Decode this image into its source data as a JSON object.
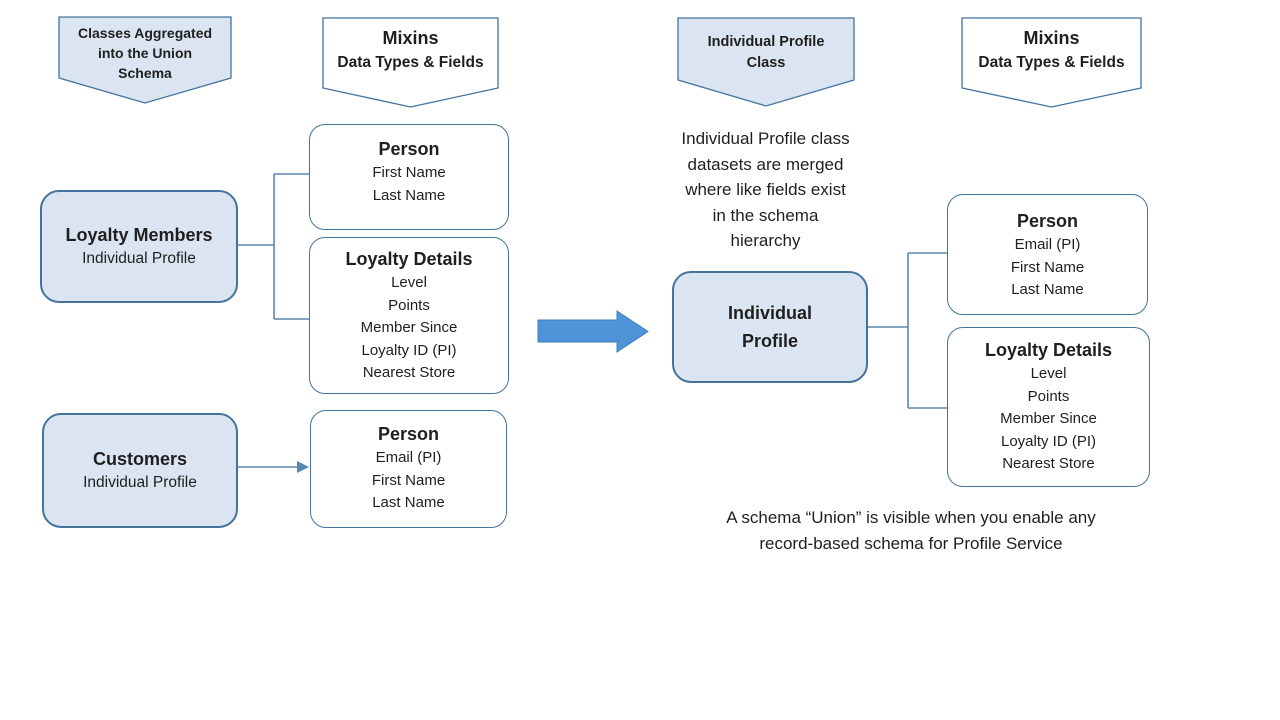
{
  "banners": {
    "classes_aggregated": {
      "lines": [
        "Classes Aggregated",
        "into the Union",
        "Schema"
      ]
    },
    "mixins_left": {
      "title": "Mixins",
      "subtitle": "Data Types & Fields"
    },
    "individual_profile_class": {
      "lines": [
        "Individual Profile",
        "Class"
      ]
    },
    "mixins_right": {
      "title": "Mixins",
      "subtitle": "Data Types & Fields"
    }
  },
  "boxes": {
    "loyalty_members": {
      "title": "Loyalty Members",
      "subtitle": "Individual Profile"
    },
    "person_top_left": {
      "title": "Person",
      "fields": [
        "First Name",
        "Last Name"
      ]
    },
    "loyalty_details_left": {
      "title": "Loyalty Details",
      "fields": [
        "Level",
        "Points",
        "Member Since",
        "Loyalty ID (PI)",
        "Nearest Store"
      ]
    },
    "customers": {
      "title": "Customers",
      "subtitle": "Individual Profile"
    },
    "person_bottom_left": {
      "title": "Person",
      "fields": [
        "Email (PI)",
        "First Name",
        "Last Name"
      ]
    },
    "individual_profile": {
      "lines": [
        "Individual",
        "Profile"
      ]
    },
    "person_right": {
      "title": "Person",
      "fields": [
        "Email (PI)",
        "First Name",
        "Last Name"
      ]
    },
    "loyalty_details_right": {
      "title": "Loyalty Details",
      "fields": [
        "Level",
        "Points",
        "Member Since",
        "Loyalty ID (PI)",
        "Nearest Store"
      ]
    }
  },
  "notes": {
    "merge_note_lines": [
      "Individual Profile class",
      "datasets are merged",
      "where like fields exist",
      "in the schema",
      "hierarchy"
    ],
    "union_note_lines": [
      "A schema “Union” is visible when you enable any",
      "record-based schema for Profile Service"
    ]
  },
  "colors": {
    "fill_blue": "#dbe5f2",
    "shape_border": "#44739e",
    "connector": "#5b87ad",
    "arrow_fill": "#4f94d8",
    "arrow_border": "#3f7fbf",
    "text": "#1f1f1f"
  }
}
